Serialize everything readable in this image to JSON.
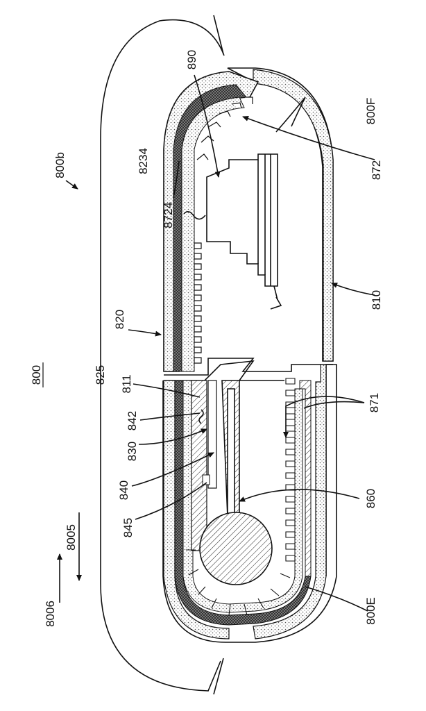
{
  "figure": {
    "labels": {
      "l800": "800",
      "l800b": "800b",
      "l800F": "800F",
      "l800E": "800E",
      "l810": "810",
      "l811": "811",
      "l820": "820",
      "l825": "825",
      "l830": "830",
      "l840": "840",
      "l842": "842",
      "l845": "845",
      "l860": "860",
      "l871": "871",
      "l872": "872",
      "l890": "890",
      "l8234": "8234",
      "l8724": "8724",
      "l8005": "8005",
      "l8006": "8006"
    }
  }
}
